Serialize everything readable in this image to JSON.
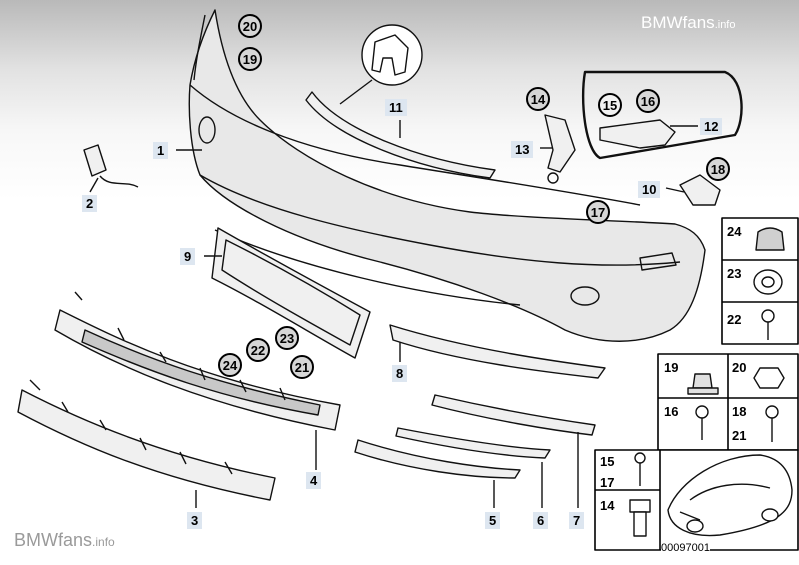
{
  "watermark": {
    "brand": "BMWfans",
    "suffix": ".info"
  },
  "diagram_number": "00097001",
  "callouts": [
    "1",
    "2",
    "3",
    "4",
    "5",
    "6",
    "7",
    "8",
    "9",
    "10",
    "11",
    "12",
    "13"
  ],
  "circled": [
    "14",
    "15",
    "16",
    "17",
    "18",
    "19",
    "20",
    "21",
    "22",
    "23",
    "24"
  ],
  "grid_labels": {
    "c24": "24",
    "c23": "23",
    "c22": "22",
    "c19": "19",
    "c20": "20",
    "c16": "16",
    "c18": "18",
    "c21": "21",
    "c15": "15",
    "c17": "17",
    "c14": "14"
  }
}
